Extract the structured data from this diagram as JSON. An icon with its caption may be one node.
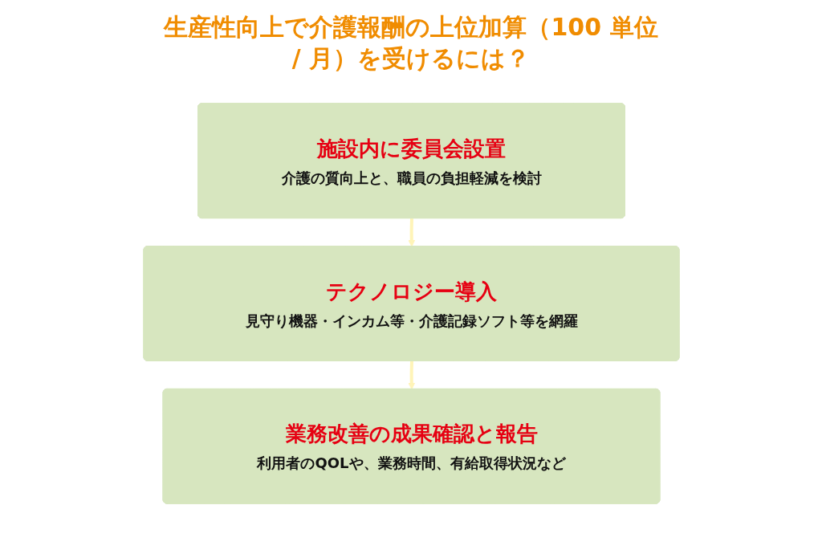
{
  "diagram": {
    "title": "生産性向上で介護報酬の上位加算（100 単位 / 月）を受けるには？",
    "nodes": [
      {
        "text": [
          "施設内に委員会設置",
          "介護の質向上と、職員の負担軽減を検討"
        ]
      },
      {
        "text": [
          "テクノロジー導入",
          "見守り機器・インカム等・介護記録ソフト等を網羅"
        ]
      },
      {
        "text": [
          "業務改善の成果確認と報告",
          "利用者のQOLや、業務時間、有給取得状況など"
        ]
      }
    ],
    "edges": [
      {
        "from": 0,
        "to": 1,
        "arrow": "to",
        "color": "#fff4b8"
      },
      {
        "from": 1,
        "to": 2,
        "arrow": "to",
        "color": "#fff4b8"
      }
    ]
  }
}
